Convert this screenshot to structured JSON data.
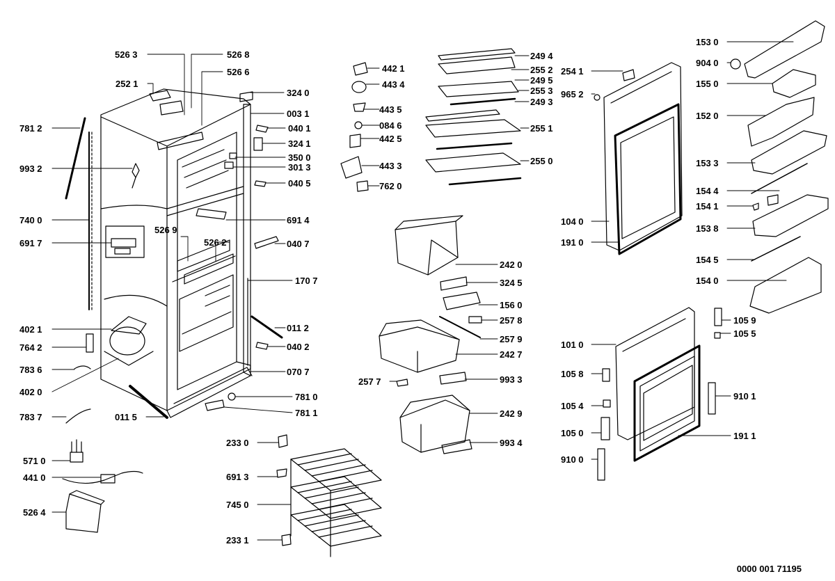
{
  "document_number": "0000 001  71195",
  "parts": {
    "p5263": "526 3",
    "p5268": "526 8",
    "p2521": "252 1",
    "p5266": "526 6",
    "p3240": "324 0",
    "p0031": "003 1",
    "p7812": "781 2",
    "p0401": "040 1",
    "p3241": "324 1",
    "p9932": "993 2",
    "p3500": "350 0",
    "p3013": "301 3",
    "p0405": "040 5",
    "p7400": "740 0",
    "p6914": "691 4",
    "p6917": "691 7",
    "p5269": "526 9",
    "p5262": "526 2",
    "p0407": "040 7",
    "p1707": "170 7",
    "p4021": "402 1",
    "p0112": "011 2",
    "p7642": "764 2",
    "p0402": "040 2",
    "p7836": "783 6",
    "p0707": "070 7",
    "p4020": "402 0",
    "p7810": "781 0",
    "p7837": "783 7",
    "p0115": "011 5",
    "p7811": "781 1",
    "p4421": "442 1",
    "p4434": "443 4",
    "p4435": "443 5",
    "p0846": "084 6",
    "p4425": "442 5",
    "p4433": "443 3",
    "p7620": "762 0",
    "p2494": "249 4",
    "p2552": "255 2",
    "p2495": "249 5",
    "p2553": "255 3",
    "p2493": "249 3",
    "p2551": "255 1",
    "p2550": "255 0",
    "p2420": "242 0",
    "p3245": "324 5",
    "p1560": "156 0",
    "p2578": "257 8",
    "p2579": "257 9",
    "p2427": "242 7",
    "p2577": "257 7",
    "p9933": "993 3",
    "p2429": "242 9",
    "p9934": "993 4",
    "p2330": "233 0",
    "p6913": "691 3",
    "p7450": "745 0",
    "p2331": "233 1",
    "p5710": "571 0",
    "p4410": "441 0",
    "p5264": "526 4",
    "p2541": "254 1",
    "p9652": "965 2",
    "p1040": "104 0",
    "p1910": "191 0",
    "p1530": "153 0",
    "p9040": "904 0",
    "p1550": "155 0",
    "p1520": "152 0",
    "p1533": "153 3",
    "p1544": "154 4",
    "p1541": "154 1",
    "p1538": "153 8",
    "p1545": "154 5",
    "p1540": "154 0",
    "p1059": "105 9",
    "p1055": "105 5",
    "p1010": "101 0",
    "p1058": "105 8",
    "p9101": "910 1",
    "p1054": "105 4",
    "p1050": "105 0",
    "p1911": "191 1",
    "p9100": "910 0"
  }
}
